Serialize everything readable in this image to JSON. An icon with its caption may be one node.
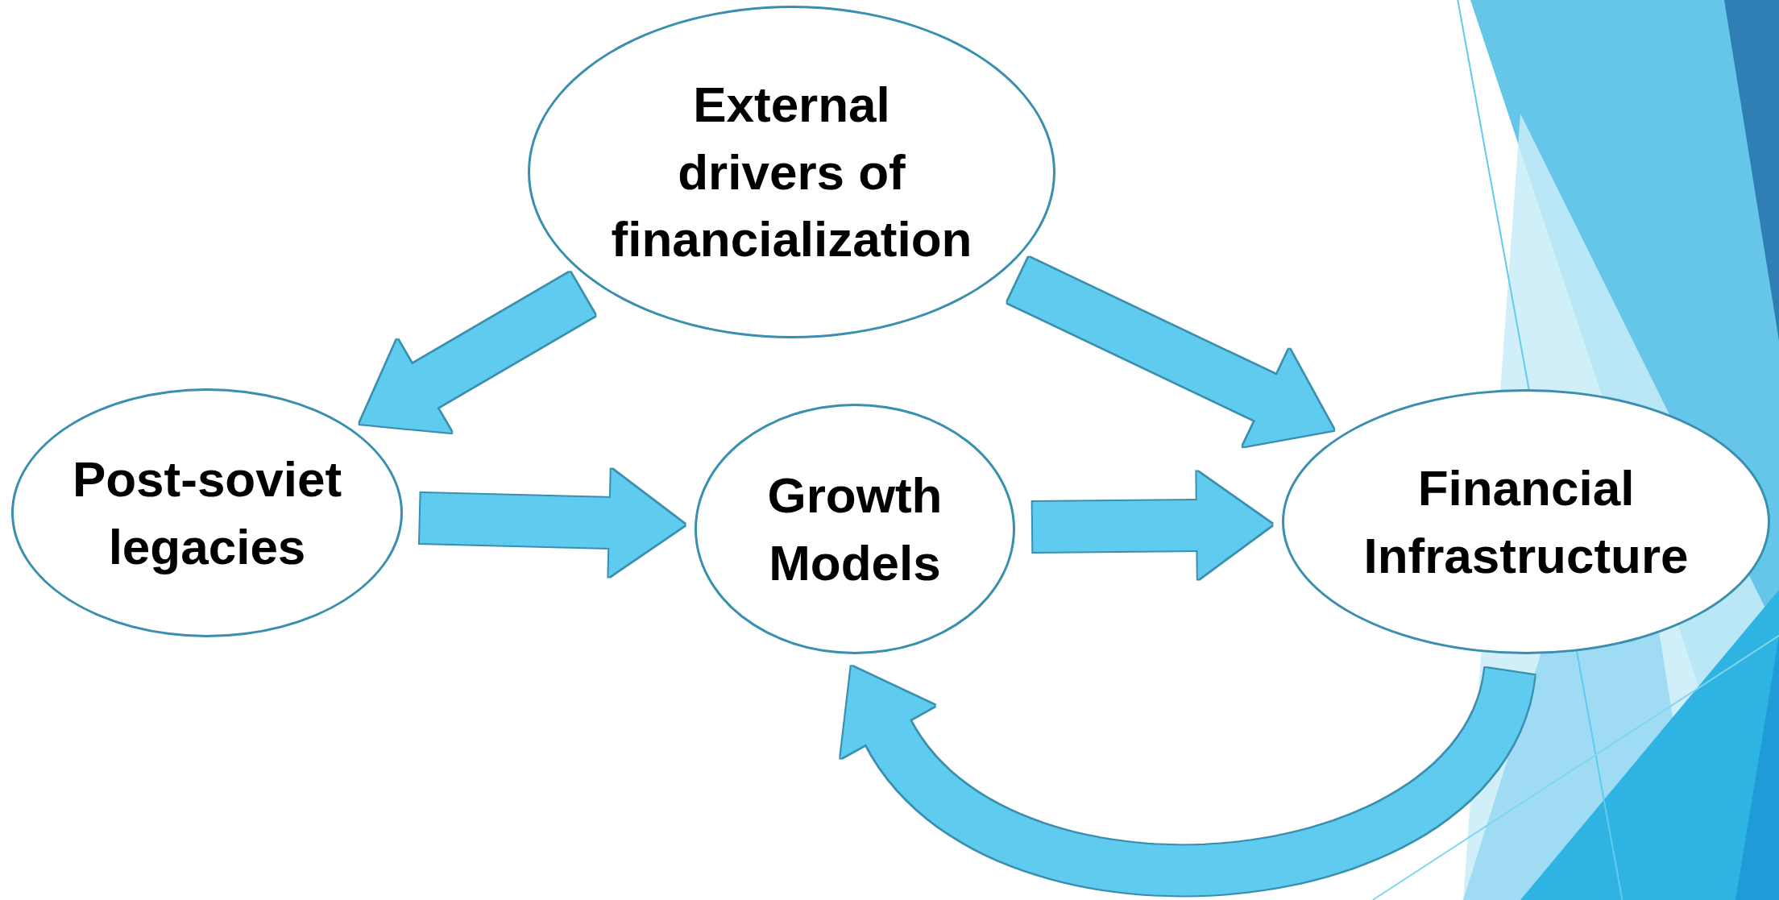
{
  "diagram": {
    "nodes": [
      {
        "text": [
          "External drivers of financialization"
        ]
      },
      {
        "text": [
          "Post-soviet legacies"
        ]
      },
      {
        "text": [
          "Growth Models"
        ]
      },
      {
        "text": [
          "Financial Infrastructure"
        ]
      }
    ],
    "edges": [
      {
        "from": 0,
        "to": 1,
        "arrow": "to"
      },
      {
        "from": 0,
        "to": 3,
        "arrow": "to"
      },
      {
        "from": 1,
        "to": 2,
        "arrow": "to"
      },
      {
        "from": 2,
        "to": 3,
        "arrow": "to"
      },
      {
        "from": 3,
        "to": 2,
        "arrow": "to"
      }
    ]
  }
}
